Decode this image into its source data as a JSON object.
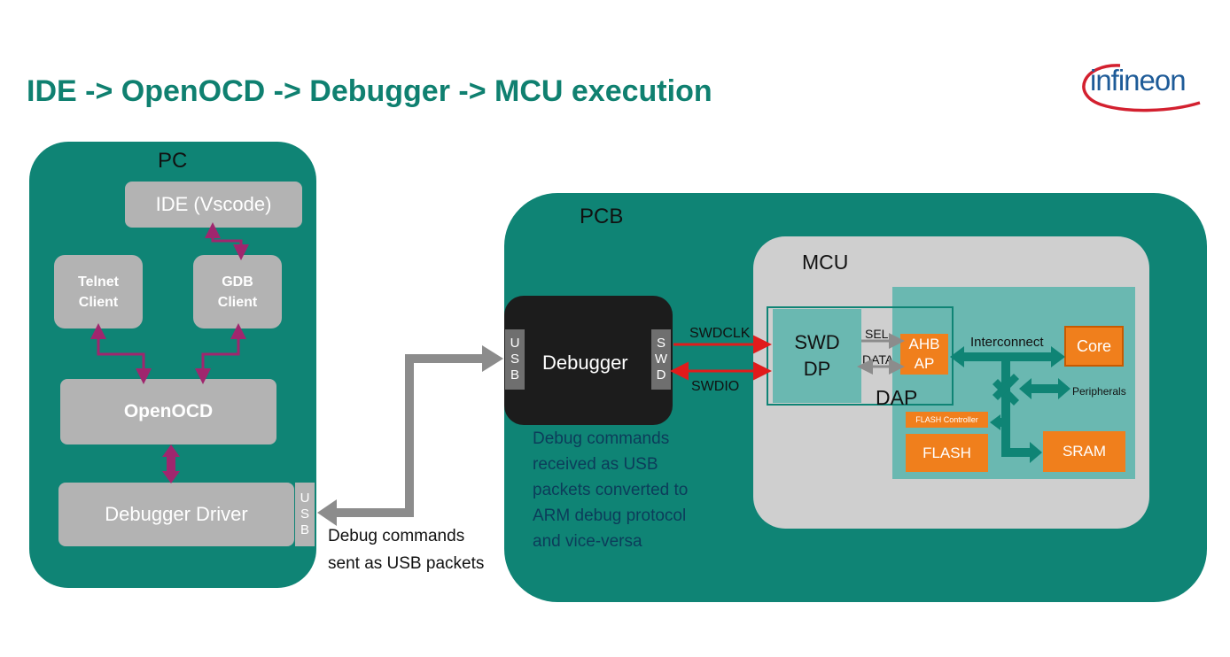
{
  "title": "IDE -> OpenOCD -> Debugger -> MCU execution",
  "logo": {
    "text": "infineon"
  },
  "pc": {
    "label": "PC",
    "ide": "IDE (Vscode)",
    "telnet_line1": "Telnet",
    "telnet_line2": "Client",
    "gdb_line1": "GDB",
    "gdb_line2": "Client",
    "openocd": "OpenOCD",
    "driver": "Debugger Driver",
    "usb": [
      "U",
      "S",
      "B"
    ]
  },
  "usb_note": {
    "line1": "Debug commands",
    "line2": "sent as USB packets"
  },
  "pcb": {
    "label": "PCB",
    "debugger": "Debugger",
    "usb": [
      "U",
      "S",
      "B"
    ],
    "swd": [
      "S",
      "W",
      "D"
    ],
    "swdclk": "SWDCLK",
    "swdio": "SWDIO",
    "note": [
      "Debug commands",
      "received as USB",
      "packets converted to",
      "ARM debug protocol",
      "and vice-versa"
    ]
  },
  "mcu": {
    "label": "MCU",
    "swd_dp_line1": "SWD",
    "swd_dp_line2": "DP",
    "sel": "SEL",
    "data": "DATA",
    "ahb_line1": "AHB",
    "ahb_line2": "AP",
    "dap": "DAP",
    "interconnect": "Interconnect",
    "core": "Core",
    "peripherals": "Peripherals",
    "flash_controller": "FLASH Controller",
    "flash": "FLASH",
    "sram": "SRAM"
  },
  "colors": {
    "title": "#0f8070",
    "panel": "#0f8475",
    "box_gray": "#b3b3b3",
    "mcu_gray": "#cfcfcf",
    "dap_teal": "#6ab8b1",
    "orange": "#f07f1c",
    "magenta": "#a0266e",
    "red": "#e11b1b",
    "debugger": "#1c1c1c",
    "logo_red": "#d3202f",
    "logo_blue": "#1e5b98"
  }
}
